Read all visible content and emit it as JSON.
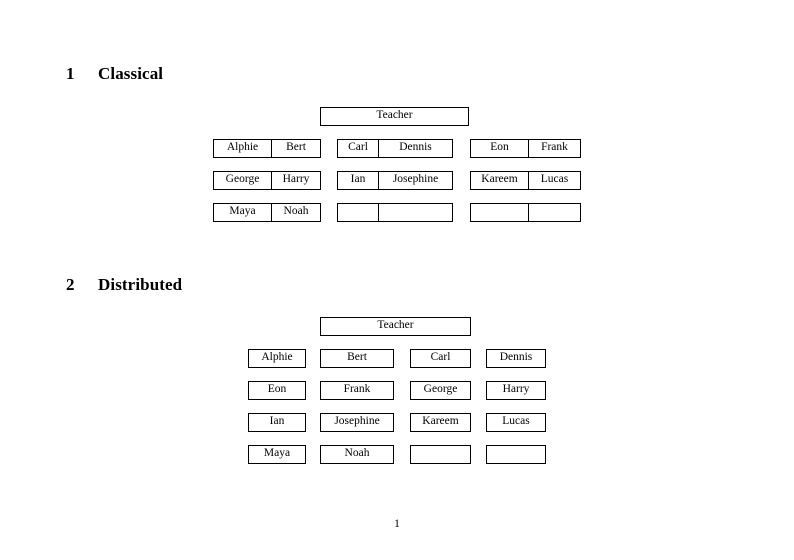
{
  "document": {
    "page_number": "1"
  },
  "sections": [
    {
      "number": "1",
      "title": "Classical",
      "root": {
        "label": "Teacher"
      },
      "layout": "grouped-pairs",
      "groups": [
        {
          "column": "left",
          "rows": [
            {
              "cells": [
                "Alphie",
                "Bert"
              ]
            },
            {
              "cells": [
                "George",
                "Harry"
              ]
            },
            {
              "cells": [
                "Maya",
                "Noah"
              ]
            }
          ]
        },
        {
          "column": "middle",
          "rows": [
            {
              "cells": [
                "Carl",
                "Dennis"
              ]
            },
            {
              "cells": [
                "Ian",
                "Josephine"
              ]
            },
            {
              "cells": [
                "",
                ""
              ]
            }
          ]
        },
        {
          "column": "right",
          "rows": [
            {
              "cells": [
                "Eon",
                "Frank"
              ]
            },
            {
              "cells": [
                "Kareem",
                "Lucas"
              ]
            },
            {
              "cells": [
                "",
                ""
              ]
            }
          ]
        }
      ]
    },
    {
      "number": "2",
      "title": "Distributed",
      "root": {
        "label": "Teacher"
      },
      "layout": "individual-boxes",
      "rows": [
        {
          "cells": [
            "Alphie",
            "Bert",
            "Carl",
            "Dennis"
          ]
        },
        {
          "cells": [
            "Eon",
            "Frank",
            "George",
            "Harry"
          ]
        },
        {
          "cells": [
            "Ian",
            "Josephine",
            "Kareem",
            "Lucas"
          ]
        },
        {
          "cells": [
            "Maya",
            "Noah",
            "",
            ""
          ]
        }
      ]
    }
  ],
  "colors": {
    "page_background": "#ffffff",
    "text": "#000000",
    "box_border": "#000000"
  }
}
